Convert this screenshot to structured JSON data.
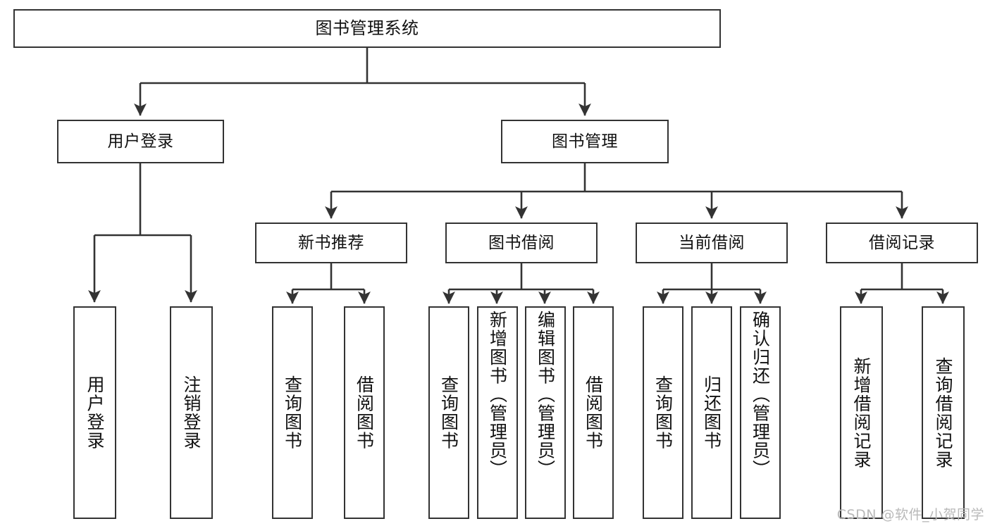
{
  "diagram": {
    "title": "图书管理系统",
    "type": "tree",
    "colors": {
      "box_border": "#333333",
      "box_fill": "#ffffff",
      "connector": "#333333",
      "text": "#111111",
      "watermark": "#b9b9b9",
      "background": "#ffffff"
    },
    "levels": [
      {
        "level": 1,
        "nodes": [
          {
            "id": "root",
            "label": "图书管理系统",
            "orientation": "horizontal"
          }
        ]
      },
      {
        "level": 2,
        "nodes": [
          {
            "id": "login",
            "label": "用户登录",
            "orientation": "horizontal"
          },
          {
            "id": "bookmgmt",
            "label": "图书管理",
            "orientation": "horizontal"
          }
        ]
      },
      {
        "level": 3,
        "nodes": [
          {
            "id": "newbook",
            "label": "新书推荐",
            "orientation": "horizontal"
          },
          {
            "id": "borrow",
            "label": "图书借阅",
            "orientation": "horizontal"
          },
          {
            "id": "current",
            "label": "当前借阅",
            "orientation": "horizontal"
          },
          {
            "id": "records",
            "label": "借阅记录",
            "orientation": "horizontal"
          }
        ]
      },
      {
        "level": 4,
        "nodes": [
          {
            "id": "leaf-1",
            "label": "用户登录",
            "orientation": "vertical",
            "parent": "login"
          },
          {
            "id": "leaf-2",
            "label": "注销登录",
            "orientation": "vertical",
            "parent": "login"
          },
          {
            "id": "leaf-3",
            "label": "查询图书",
            "orientation": "vertical",
            "parent": "newbook"
          },
          {
            "id": "leaf-4",
            "label": "借阅图书",
            "orientation": "vertical",
            "parent": "newbook"
          },
          {
            "id": "leaf-5",
            "label": "查询图书",
            "orientation": "vertical",
            "parent": "borrow"
          },
          {
            "id": "leaf-6",
            "label": "新增图书（管理员）",
            "orientation": "vertical",
            "parent": "borrow"
          },
          {
            "id": "leaf-7",
            "label": "编辑图书（管理员）",
            "orientation": "vertical",
            "parent": "borrow"
          },
          {
            "id": "leaf-8",
            "label": "借阅图书",
            "orientation": "vertical",
            "parent": "borrow"
          },
          {
            "id": "leaf-9",
            "label": "查询图书",
            "orientation": "vertical",
            "parent": "current"
          },
          {
            "id": "leaf-10",
            "label": "归还图书",
            "orientation": "vertical",
            "parent": "current"
          },
          {
            "id": "leaf-11",
            "label": "确认归还（管理员）",
            "orientation": "vertical",
            "parent": "current"
          },
          {
            "id": "leaf-12",
            "label": "新增借阅记录",
            "orientation": "vertical",
            "parent": "records"
          },
          {
            "id": "leaf-13",
            "label": "查询借阅记录",
            "orientation": "vertical",
            "parent": "records"
          }
        ]
      }
    ]
  },
  "watermark": {
    "text": "CSDN @软件_小贺同学"
  }
}
